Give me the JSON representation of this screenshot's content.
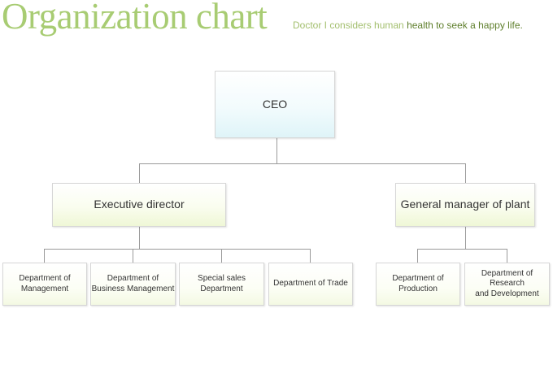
{
  "header": {
    "title": "Organization chart",
    "subtitle_muted": "Doctor I considers human ",
    "subtitle_strong": "health to seek a happy life."
  },
  "chart": {
    "ceo": "CEO",
    "executive_director": "Executive director",
    "general_manager": "General manager of plant",
    "executive_departments": [
      {
        "line1": "Department of",
        "line2": "Management"
      },
      {
        "line1": "Department of",
        "line2": "Business Management"
      },
      {
        "line1": "Special sales",
        "line2": "Department"
      },
      {
        "line1": "Department of Trade",
        "line2": ""
      }
    ],
    "plant_departments": [
      {
        "line1": "Department of",
        "line2": "Production"
      },
      {
        "line1": "Department of Research",
        "line2": "and Development"
      }
    ]
  }
}
